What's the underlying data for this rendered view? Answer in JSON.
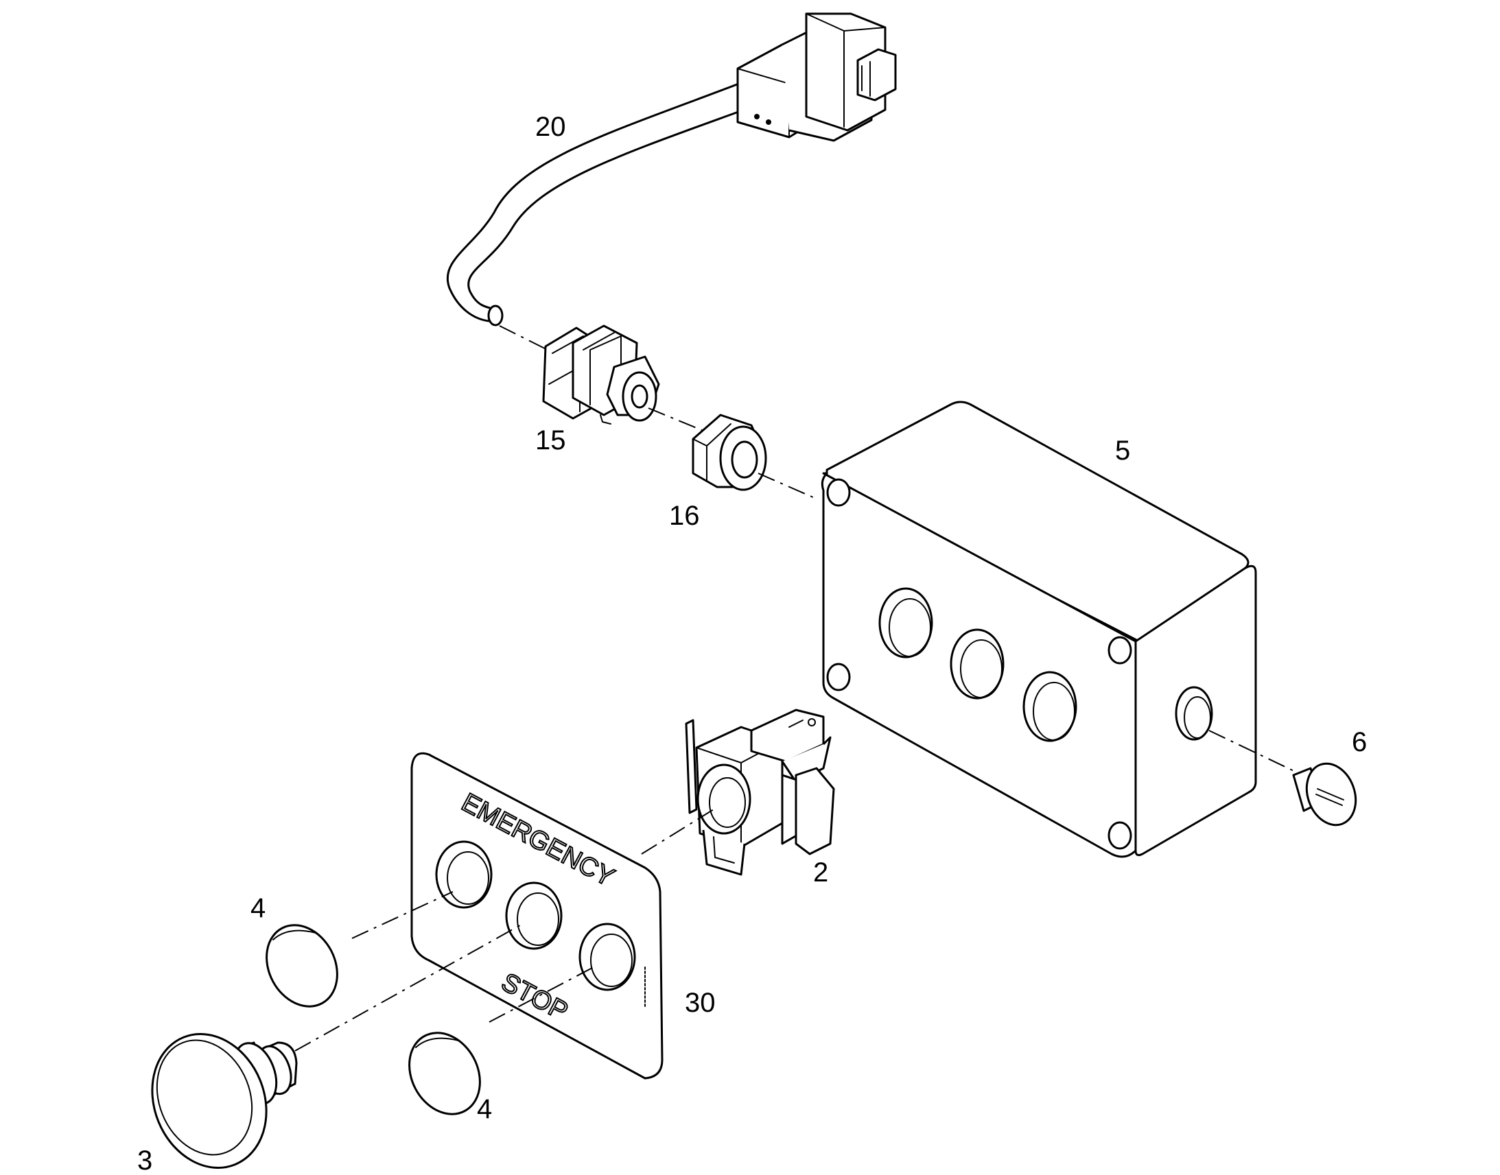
{
  "callouts": {
    "cable_harness": "20",
    "cable_gland": "15",
    "lock_nut": "16",
    "enclosure": "5",
    "blanking_plug": "6",
    "contact_block": "2",
    "legend_plate": "30",
    "blank_cap_upper": "4",
    "blank_cap_lower": "4",
    "emergency_button": "3"
  },
  "plate": {
    "line1": "EMERGENCY",
    "line2": "STOP"
  }
}
